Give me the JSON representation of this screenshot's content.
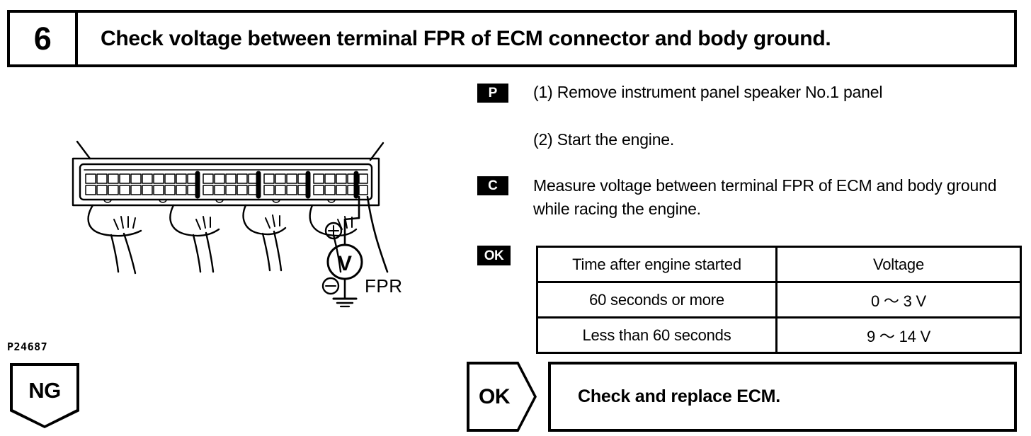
{
  "header": {
    "step_number": "6",
    "title": "Check voltage between terminal FPR of ECM connector and body ground."
  },
  "procedure": {
    "badge_prepare": "P",
    "badge_check": "C",
    "badge_ok": "OK",
    "step_1": "(1) Remove instrument panel speaker No.1 panel",
    "step_2": "(2) Start the engine.",
    "measure": "Measure voltage between terminal FPR of ECM and body ground while racing the engine."
  },
  "spec_table": {
    "headers": [
      "Time after engine started",
      "Voltage"
    ],
    "rows": [
      [
        "60 seconds or more",
        "0 ～ 3 V"
      ],
      [
        "Less than 60 seconds",
        "9 ～ 14 V"
      ]
    ]
  },
  "figure": {
    "id": "P24687",
    "terminal_label": "FPR",
    "meter_symbol": "V",
    "positive_symbol": "+",
    "negative_symbol": "−"
  },
  "outcomes": {
    "ng_label": "NG",
    "ok_label": "OK",
    "ok_result": "Check and replace ECM."
  }
}
